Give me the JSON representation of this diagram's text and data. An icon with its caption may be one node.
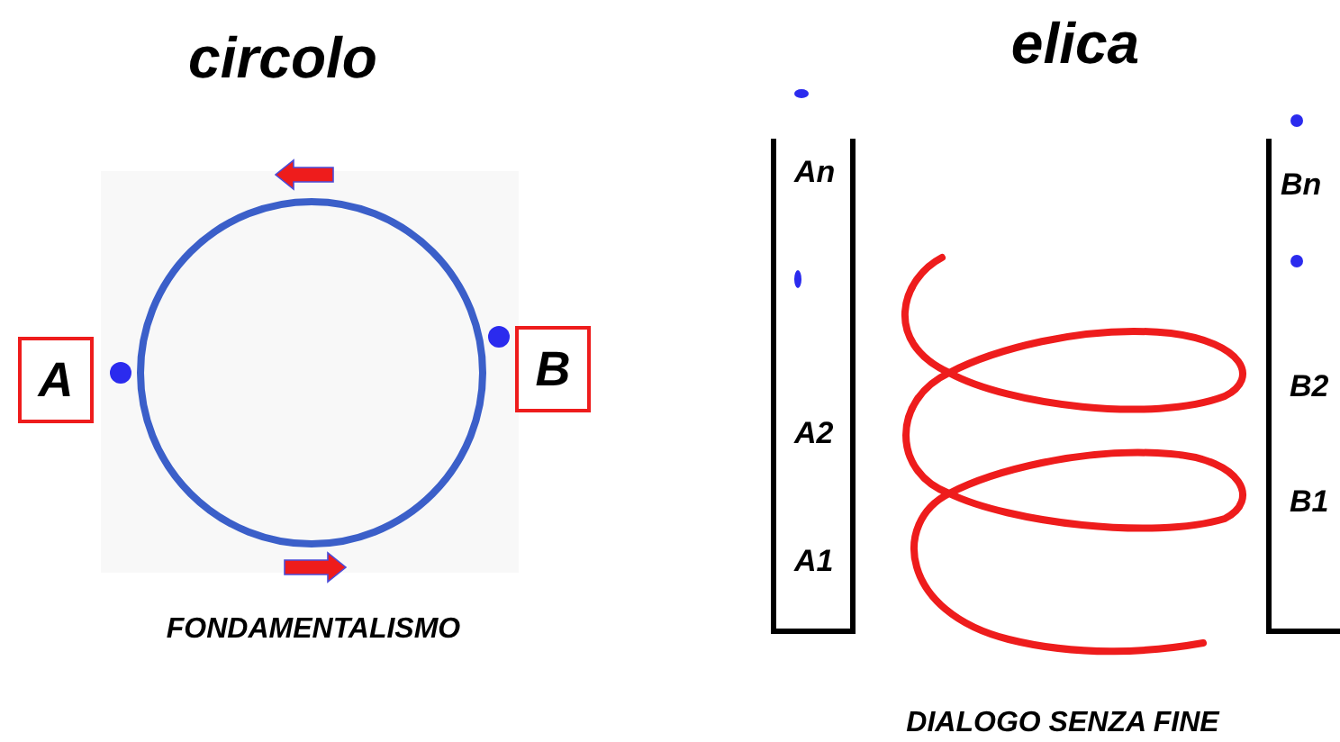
{
  "diagram": {
    "nodes": [
      {
        "text": [
          "A"
        ]
      },
      {
        "text": [
          "B"
        ]
      },
      {
        "text": [
          "An",
          "A2",
          "A1"
        ]
      },
      {
        "text": [
          "Bn",
          "B2",
          "B1"
        ]
      }
    ],
    "labels": [
      "circolo",
      "elica",
      "FONDAMENTALISMO",
      "DIALOGO SENZA FINE"
    ]
  }
}
